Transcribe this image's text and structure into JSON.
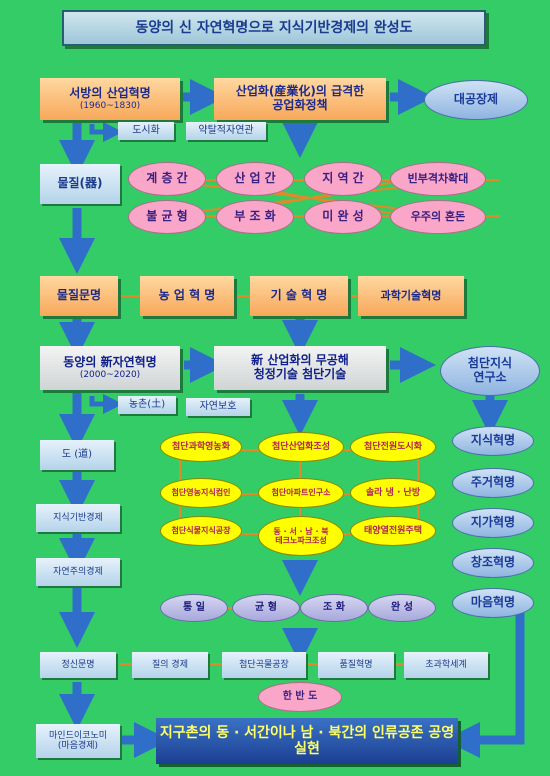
{
  "title": "동양의 신 자연혁명으로 지식기반경제의 완성도",
  "west_revolution": {
    "name": "서방의 산업혁명",
    "period": "(1960~1830)"
  },
  "rapid_industrialization": "산업화(産業化)의 급격한\n공업화정책",
  "mass_burial": "대공장제",
  "urbanization": "도시화",
  "exploitative_nature": "약탈적자연관",
  "matter_vessel": "물질(器)",
  "disparities": [
    "계 층 간",
    "산 업 간",
    "지 역 간",
    "빈부격차확대"
  ],
  "imbalances": [
    "불 균 형",
    "부 조 화",
    "미 완 성",
    "우주의 혼돈"
  ],
  "material_civilization": "물질문명",
  "revolutions_row": [
    "농 업 혁 명",
    "기 술 혁 명",
    "과학기술혁명"
  ],
  "east_revolution": {
    "name": "동양의 新자연혁명",
    "period": "(2000~2020)"
  },
  "new_industrialization": "新 산업화의 무공해\n청정기술 첨단기술",
  "advanced_institute": "첨단지식\n연구소",
  "farming_village": "농촌(土)",
  "nature_protection": "자연보호",
  "dao": "도 (道)",
  "yellow_items": [
    [
      "첨단과학영농화",
      "첨단산업화조성",
      "첨단전원도시화"
    ],
    [
      "첨단영농지식컴인",
      "첨단아파트인구소",
      "솔라 냉 · 난방"
    ],
    [
      "첨단식물지식공장",
      "동 · 서 · 남 · 북\n테크노파크조성",
      "태양열전원주택"
    ]
  ],
  "right_column": [
    "지식혁명",
    "주거혁명",
    "지가혁명",
    "창조혁명",
    "마음혁명"
  ],
  "knowledge_economy": "지식기반경제",
  "naturalism_economy": "자연주의경제",
  "harmony_row": [
    "통 일",
    "균 형",
    "조 화",
    "완 성"
  ],
  "bottom_row": [
    "정신문명",
    "질의 경제",
    "첨단곡물공장",
    "품질혁명",
    "초과학세계"
  ],
  "peninsula": "한 반 도",
  "mind_economy": "마인드이코노미\n(마음경제)",
  "final": "지구촌의 동 · 서간이나 남 · 북간의 인류공존 공영실현",
  "colors": {
    "background": "#33cc66",
    "arrow": "#2f6fc9",
    "connector": "#e08a2a"
  }
}
